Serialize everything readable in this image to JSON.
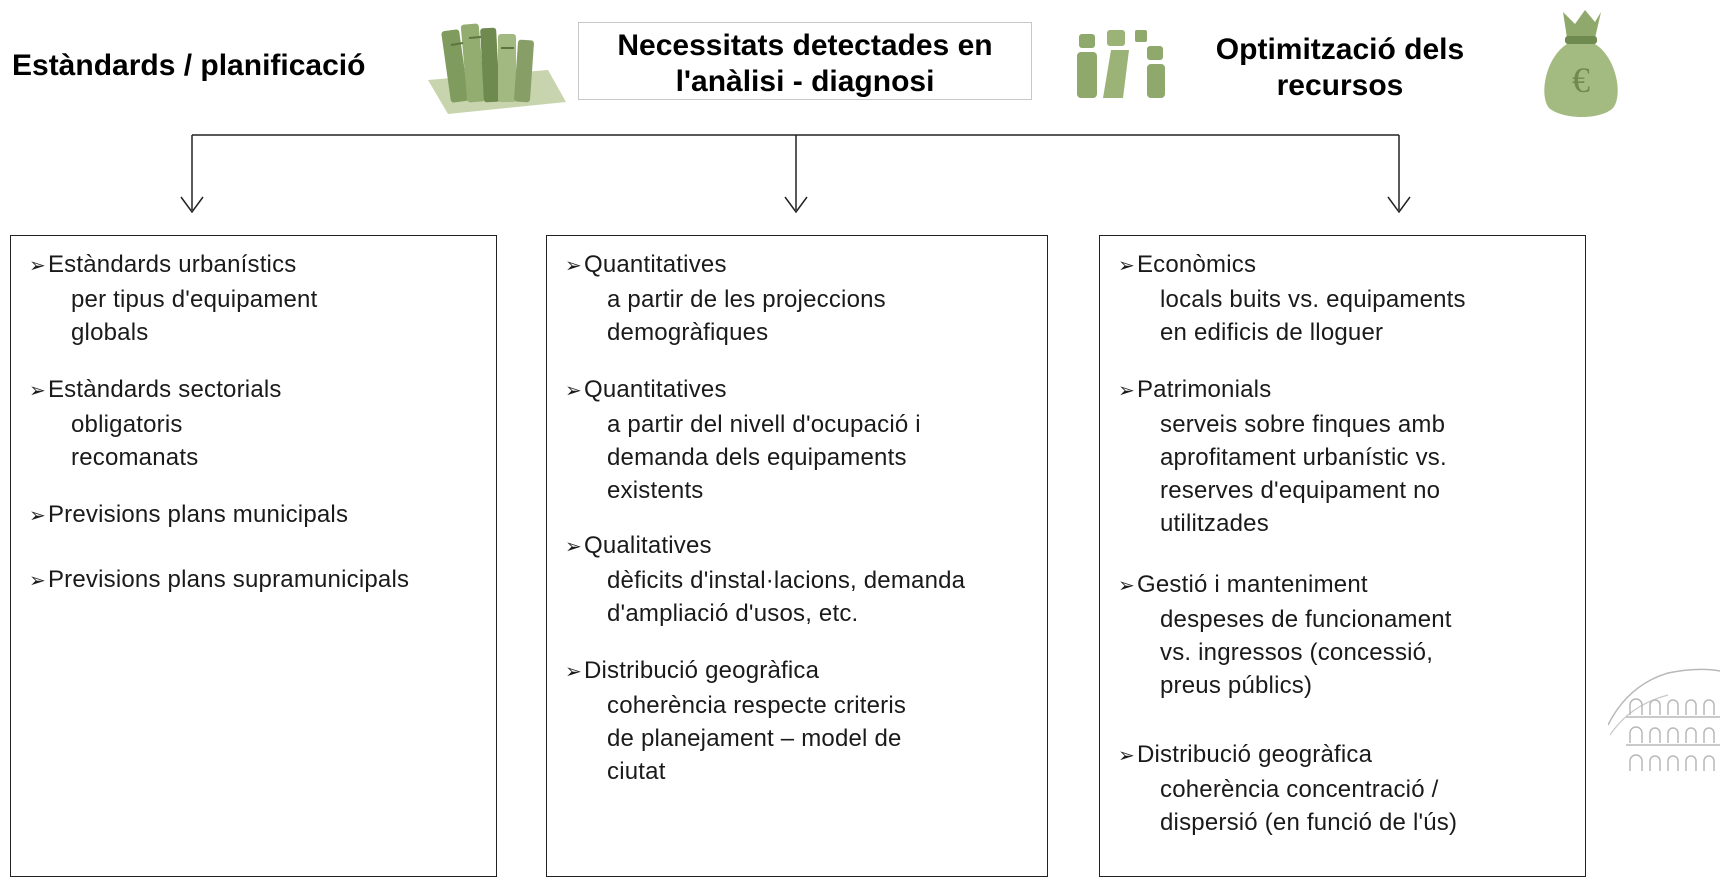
{
  "header": {
    "left_title": "Estàndards / planificació",
    "center_title_line1": "Necessitats detectades en",
    "center_title_line2": "l'anàlisi - diagnosi",
    "right_title_line1": "Optimització dels",
    "right_title_line2": "recursos"
  },
  "icons": {
    "books": "books-icon",
    "people": "people-icon",
    "money_bag": "money-bag-icon",
    "euro_symbol": "€"
  },
  "panels": {
    "left": {
      "sections": [
        {
          "head": "Estàndards urbanístics",
          "sub": [
            "per tipus d'equipament",
            "globals"
          ]
        },
        {
          "head": "Estàndards sectorials",
          "sub": [
            "obligatoris",
            "recomanats"
          ]
        },
        {
          "head": "Previsions plans municipals",
          "sub": []
        },
        {
          "head": "Previsions plans supramunicipals",
          "sub": []
        }
      ]
    },
    "middle": {
      "sections": [
        {
          "head": "Quantitatives",
          "sub": [
            "a partir de les projeccions",
            "demogràfiques"
          ]
        },
        {
          "head": "Quantitatives",
          "sub": [
            "a partir del nivell d'ocupació i",
            "demanda dels equipaments",
            "existents"
          ]
        },
        {
          "head": "Qualitatives",
          "sub": [
            "dèficits d'instal·lacions, demanda",
            "d'ampliació d'usos, etc."
          ]
        },
        {
          "head": "Distribució geogràfica",
          "sub": [
            "coherència respecte criteris",
            "de planejament – model de",
            "ciutat"
          ]
        }
      ]
    },
    "right": {
      "sections": [
        {
          "head": "Econòmics",
          "sub": [
            "locals buits vs. equipaments",
            "en edificis de lloguer"
          ]
        },
        {
          "head": "Patrimonials",
          "sub": [
            "serveis sobre finques amb",
            "aprofitament urbanístic vs.",
            "reserves d'equipament no",
            "utilitzades"
          ]
        },
        {
          "head": "Gestió i manteniment",
          "sub": [
            "despeses de funcionament",
            "vs. ingressos (concessió,",
            "preus públics)"
          ]
        },
        {
          "head": "Distribució geogràfica",
          "sub": [
            "coherència concentració /",
            "dispersió (en funció de l'ús)"
          ]
        }
      ]
    }
  },
  "colors": {
    "icon_green": "#8fa86b",
    "icon_green_light": "#b9c99c",
    "line": "#222222"
  }
}
